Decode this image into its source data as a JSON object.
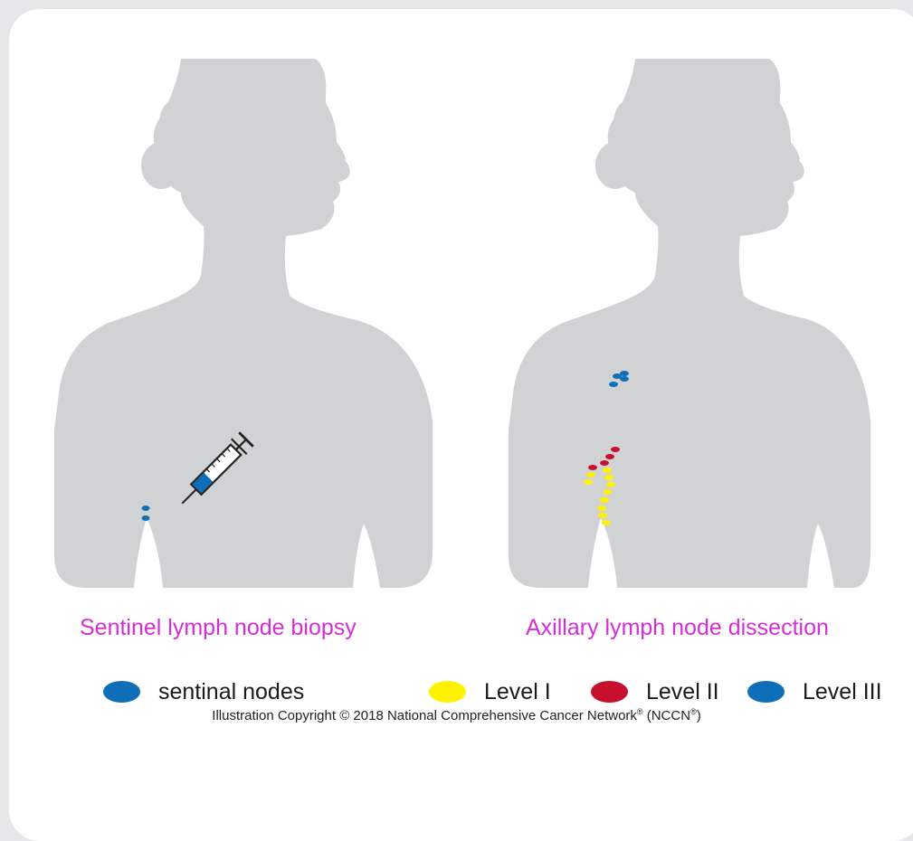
{
  "captions": {
    "left": "Sentinel lymph node biopsy",
    "right": "Axillary lymph node dissection"
  },
  "legend": {
    "sentinel": {
      "label": "sentinal nodes",
      "color": "#0e6eb8"
    },
    "level1": {
      "label": "Level I",
      "color": "#fff200"
    },
    "level2": {
      "label": "Level II",
      "color": "#c8102e"
    },
    "level3": {
      "label": "Level III",
      "color": "#0e6eb8"
    }
  },
  "colors": {
    "silhouette": "#d1d2d4",
    "background": "#e6e7e8",
    "card": "#ffffff",
    "caption": "#d62dd6"
  },
  "icons": {
    "syringe": "syringe-icon",
    "silhouette": "female-torso-silhouette"
  },
  "copyright": {
    "prefix": "Illustration Copyright © 2018 National Comprehensive Cancer Network",
    "reg1": "®",
    "middle": " (NCCN",
    "reg2": "®",
    "suffix": ")"
  }
}
